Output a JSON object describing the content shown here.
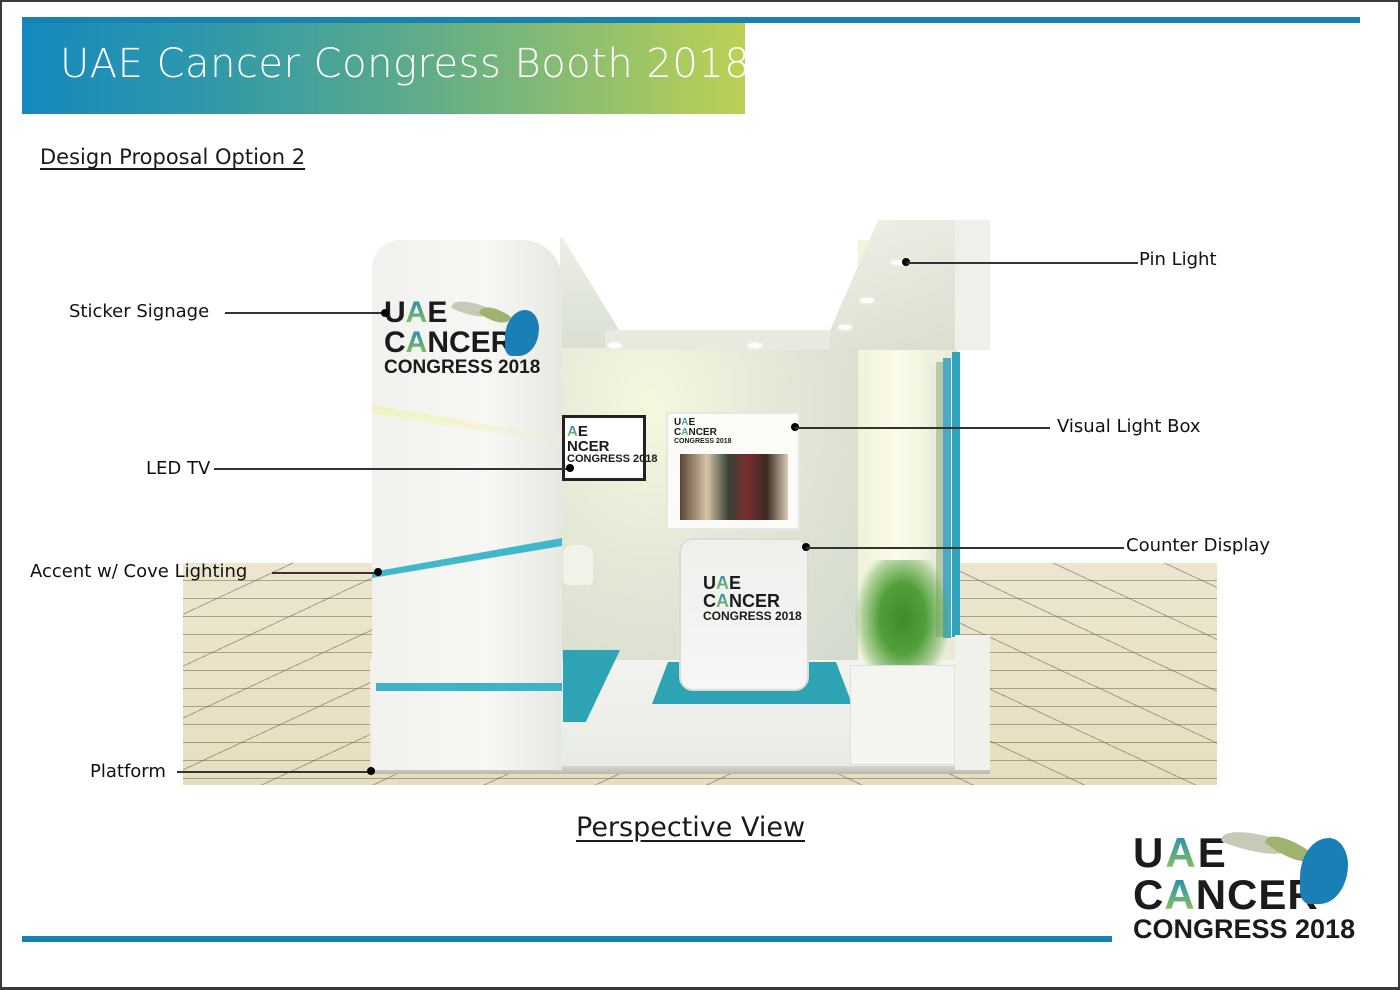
{
  "header": {
    "title": "UAE Cancer Congress Booth 2018",
    "subtitle": "Design Proposal Option 2",
    "gradient_colors": [
      "#1589bf",
      "#bcd154"
    ],
    "rule_color": "#1a82b0"
  },
  "render": {
    "caption": "Perspective View",
    "accent_color": "#3db3c7",
    "callouts_left": [
      {
        "label": "Sticker Signage"
      },
      {
        "label": "LED TV"
      },
      {
        "label": "Accent w/ Cove Lighting"
      },
      {
        "label": "Platform"
      }
    ],
    "callouts_right": [
      {
        "label": "Pin Light"
      },
      {
        "label": "Visual Light Box"
      },
      {
        "label": "Counter Display"
      }
    ]
  },
  "logo": {
    "line1": "UAE",
    "line2": "CANCER",
    "line3": "CONGRESS 2018",
    "u": "U",
    "ribbon": "A",
    "e": "E",
    "c": "C",
    "ncer": "NCER",
    "ribbon2": "A",
    "colors": {
      "blue": "#1a8ac0",
      "green": "#9cc64a",
      "leaf_gray": "#c6cbb8",
      "leaf_green": "#9fb36e",
      "text": "#1b1b1b"
    }
  }
}
